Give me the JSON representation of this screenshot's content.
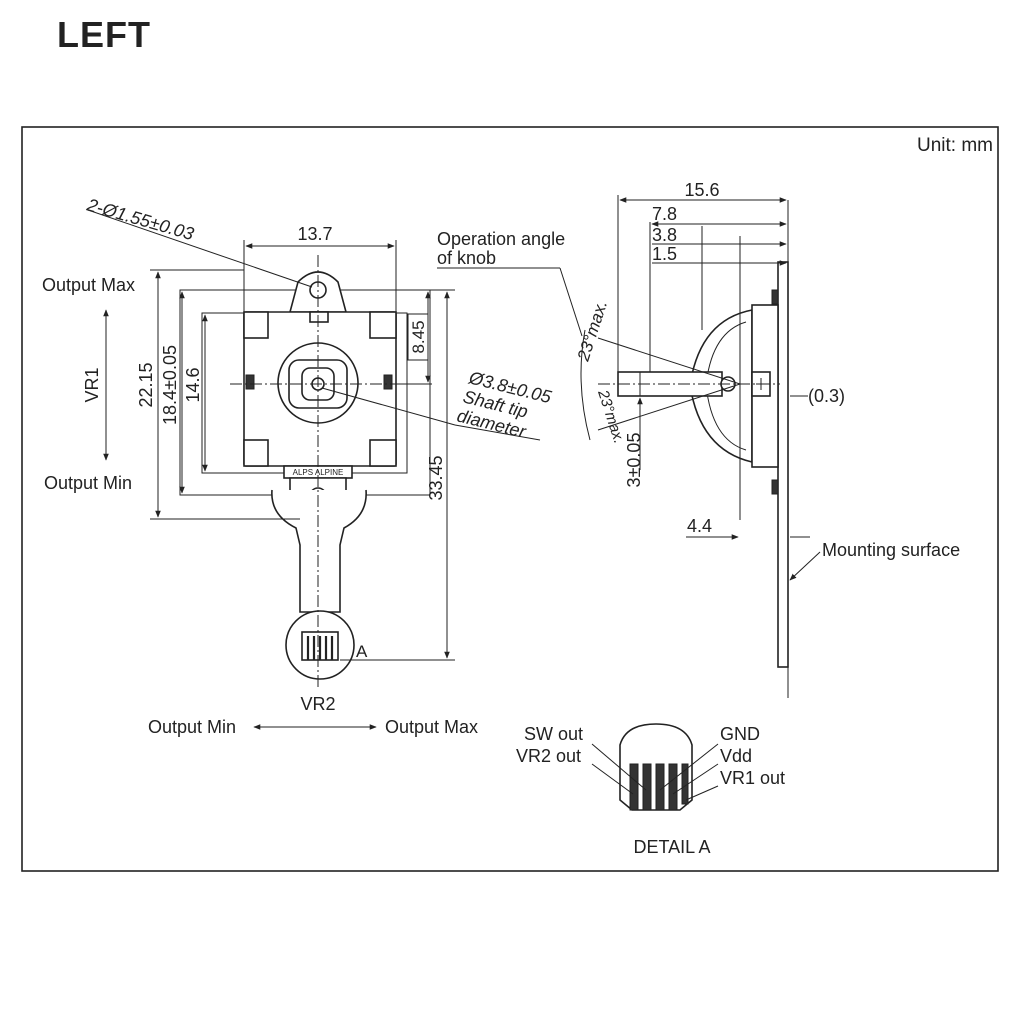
{
  "page": {
    "title": "LEFT"
  },
  "diagram": {
    "unit_label": "Unit: mm",
    "front_view": {
      "hole_callout": "2-Ø1.55±0.03",
      "dim_width": "13.7",
      "dim_height_outer": "22.15",
      "dim_height_mid": "18.4±0.05",
      "dim_height_inner": "14.6",
      "dim_top_offset": "8.45",
      "dim_total_length": "33.45",
      "shaft_callout_line1": "Ø3.8±0.05",
      "shaft_callout_line2": "Shaft tip",
      "shaft_callout_line3": "diameter",
      "output_max_top": "Output Max",
      "output_min_bottom": "Output Min",
      "vr1_label": "VR1",
      "vr2_label": "VR2",
      "output_min_left": "Output Min",
      "output_max_right": "Output Max",
      "detail_marker": "A",
      "brand_marking": "ALPS ALPINE"
    },
    "side_view": {
      "dim_15_6": "15.6",
      "dim_7_8": "7.8",
      "dim_3_8": "3.8",
      "dim_1_5": "1.5",
      "operation_angle_line1": "Operation angle",
      "operation_angle_line2": "of knob",
      "angle_upper": "23°max.",
      "angle_lower": "23°max.",
      "dim_shaft_offset": "3±0.05",
      "dim_0_3": "(0.3)",
      "dim_4_4": "4.4",
      "mounting_surface": "Mounting surface"
    },
    "detail_a": {
      "title": "DETAIL  A",
      "sw_out": "SW out",
      "vr2_out": "VR2 out",
      "gnd": "GND",
      "vdd": "Vdd",
      "vr1_out": "VR1 out"
    }
  }
}
